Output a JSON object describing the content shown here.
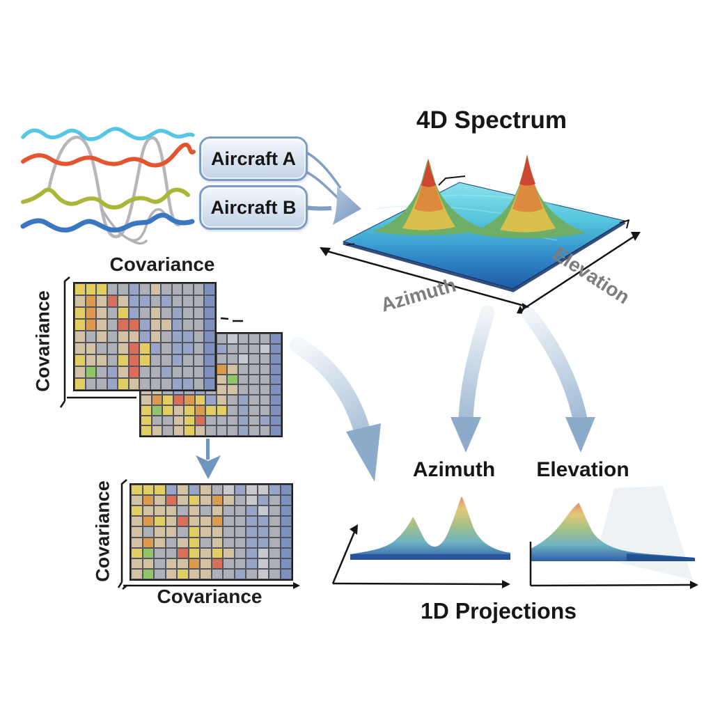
{
  "signals": {
    "description": "multichannel input waveforms",
    "line_colors": [
      "#55c6e5",
      "#e2552f",
      "#b9b5ba",
      "#a9b637",
      "#3b77c1"
    ],
    "line_names": [
      "cyan-wave",
      "orange-wave",
      "gray-wave",
      "olive-wave",
      "blue-wave"
    ]
  },
  "boxes": {
    "aircraft_a": "Aircraft A",
    "aircraft_b": "Aircraft B"
  },
  "spectrum": {
    "title": "4D Spectrum",
    "axis_bottom_left": "Azimuth",
    "axis_bottom_right": "Elevation",
    "peak_count": 2,
    "colormap": "jet (blue base to red peaks)"
  },
  "covariance": {
    "top_title": "Covariance",
    "top_side_label": "Covariance",
    "bottom_title": "Covariance",
    "bottom_side_label": "Covariance"
  },
  "projections": {
    "azimuth_label": "Azimuth",
    "elevation_label": "Elevation",
    "caption": "1D Projections",
    "azimuth_peak_count": 2,
    "elevation_peak_count": 1
  },
  "palette": {
    "Y": "#e3ce62",
    "O": "#db9a4d",
    "R": "#d96e5a",
    "N": "#90c568",
    "T": "#d2c2a3",
    "G": "#aeb0b8",
    "L": "#c7c9cf",
    "B": "#97a6c8",
    "D": "#7d92c0"
  },
  "matrices": {
    "top": {
      "cols": 13,
      "rows": [
        "YYYGGBGTGGGGD",
        "TOTRTBBGBGGGD",
        "YOTGYBGTGBGGD",
        "YOTGRRBTTBGGD",
        "TGTGTTBTGBBGD",
        "TTGGTRYBGBBGD",
        "YTTGYRYGGBGGD",
        "TNGBTRGGBGGGD",
        "YGGBYTGGGBBGD"
      ]
    },
    "middle": {
      "cols": 13,
      "rows": [
        "OGBGGBGGLGGGD",
        "GGYBGBGBGGGLD",
        "YBTGBGBGGLGGD",
        "RYTGBGBOTGGGD",
        "OTGBGBGTNGGGD",
        "TTGBGBGTTGGGD",
        "TOYROYBTGBGGD",
        "YNYTYOYYGBGGD",
        "YGGTYRGGGBGBD",
        "YTGTYTGGGBGGD"
      ]
    },
    "bottom": {
      "cols": 14,
      "rows": [
        "YYYBTBTGLBLLBD",
        "TOTRTYTOTGLBGD",
        "YTTTGTGTGGBLGD",
        "TOYTRTTOGGBBGD",
        "TGTTGYTTGGBBGD",
        "TOTGTYGTGGBBGD",
        "YNGGRYTYTGBLGD",
        "TTGTTOTRGGBLGD",
        "TNGTYTTGGBGLGD"
      ]
    }
  },
  "colors": {
    "flow_arrow": "#7f9fc4",
    "flow_arrow_light": "#eef3f8",
    "down_arrow": "#6f94be",
    "box_border": "#7b9cc4",
    "axis_black": "#141414",
    "gray_axis_text": "#7d7d7d"
  }
}
